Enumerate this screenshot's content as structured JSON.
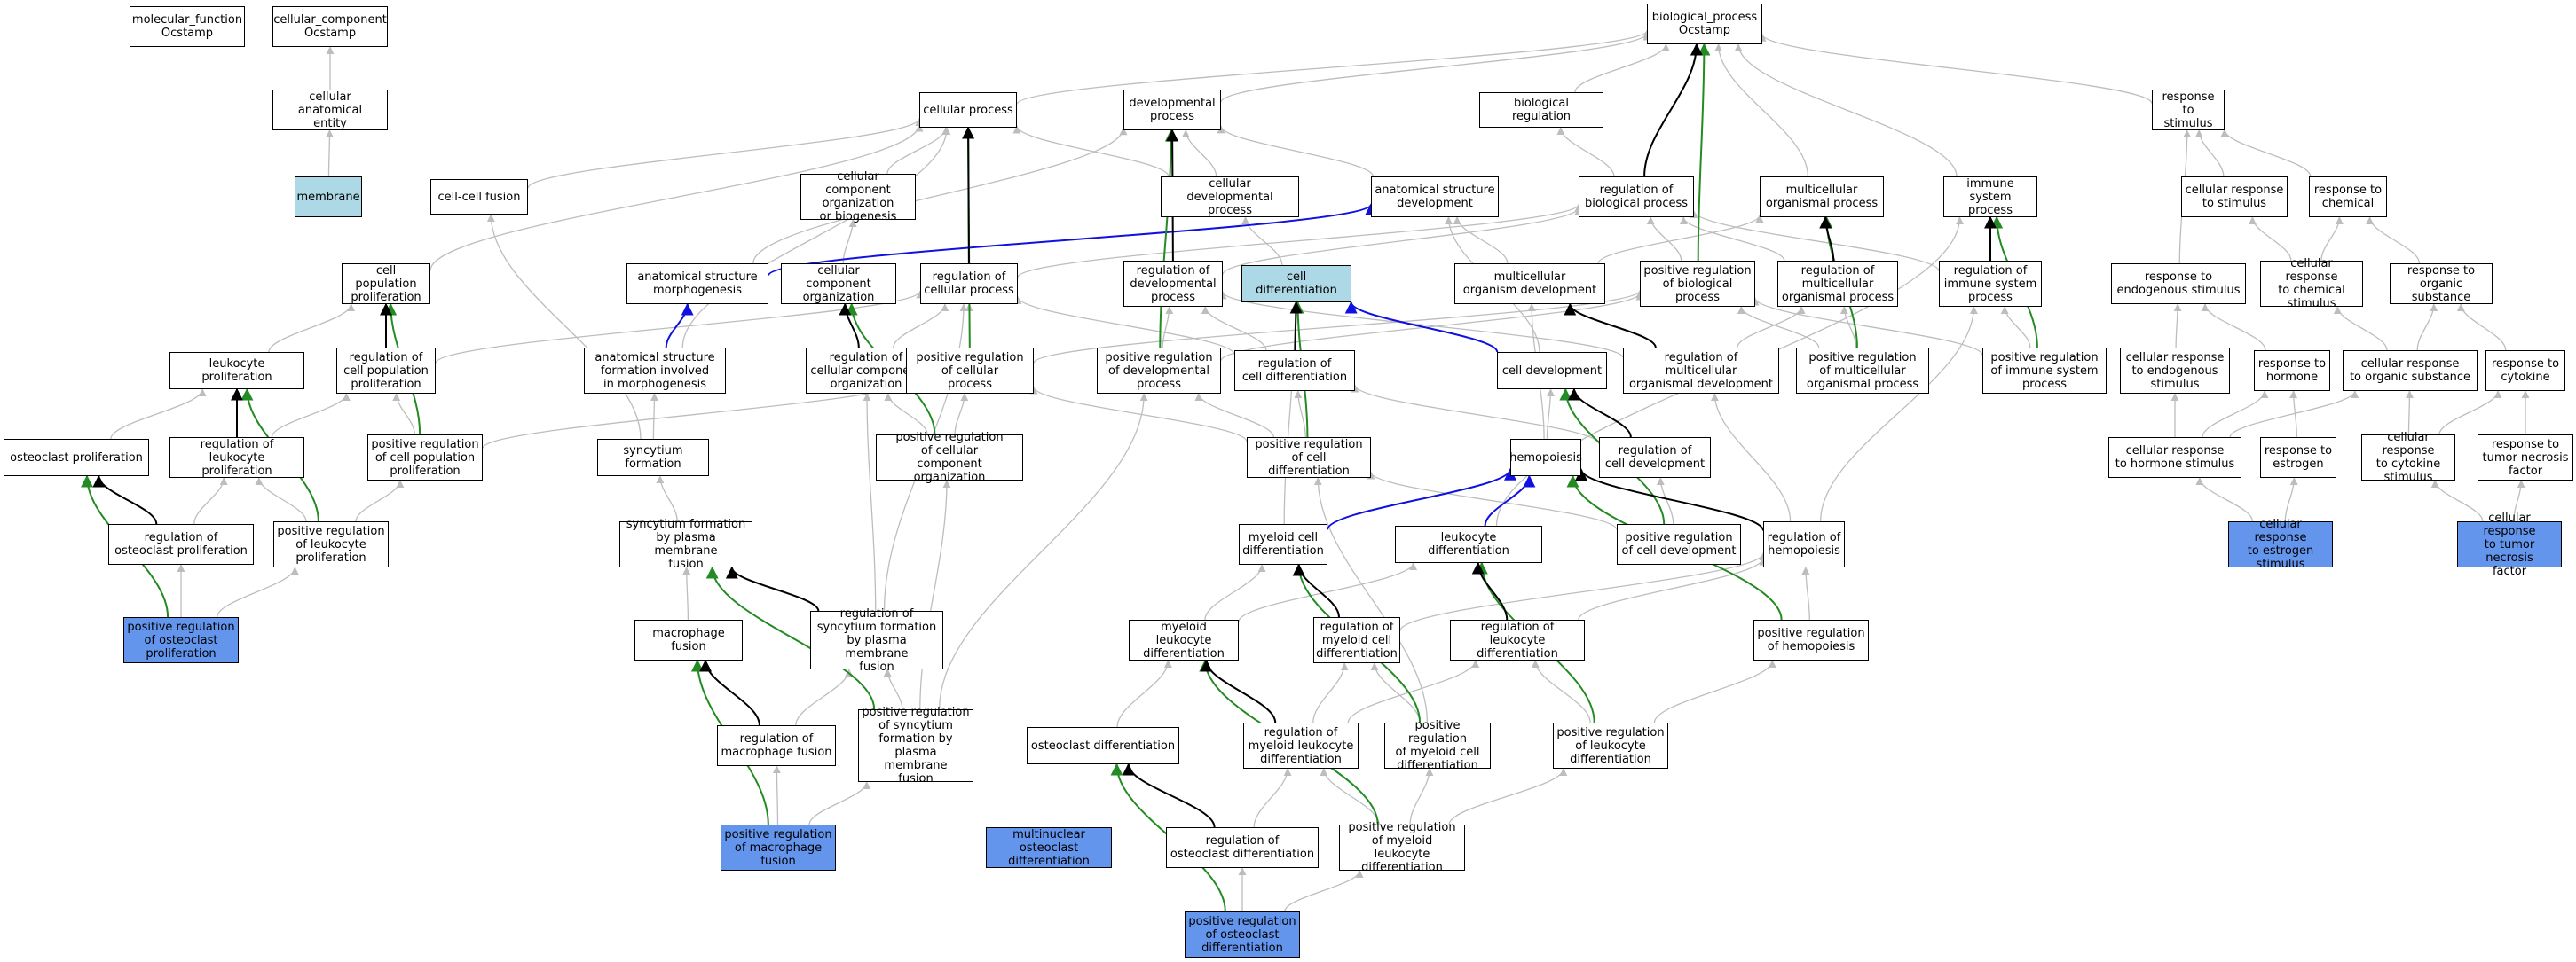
{
  "colors": {
    "grey": "#bdbdbd",
    "black": "#000000",
    "green": "#228b22",
    "blue": "#1010e0",
    "light_fill": "#add8e6",
    "blue_fill": "#6495ed"
  },
  "nodes": [
    {
      "id": "mf",
      "label": "molecular_function\nOcstamp",
      "fill": "white"
    },
    {
      "id": "cc",
      "label": "cellular_component\nOcstamp",
      "fill": "white"
    },
    {
      "id": "bp",
      "label": "biological_process\nOcstamp",
      "fill": "white"
    },
    {
      "id": "cae",
      "label": "cellular anatomical\nentity",
      "fill": "white"
    },
    {
      "id": "membrane",
      "label": "membrane",
      "fill": "light"
    },
    {
      "id": "cellproc",
      "label": "cellular process",
      "fill": "white"
    },
    {
      "id": "devproc",
      "label": "developmental\nprocess",
      "fill": "white"
    },
    {
      "id": "bioreg",
      "label": "biological regulation",
      "fill": "white"
    },
    {
      "id": "respstim",
      "label": "response to\nstimulus",
      "fill": "white"
    },
    {
      "id": "cellfusion",
      "label": "cell-cell fusion",
      "fill": "white"
    },
    {
      "id": "ccob",
      "label": "cellular component\norganization\nor biogenesis",
      "fill": "white"
    },
    {
      "id": "celldevproc",
      "label": "cellular developmental\nprocess",
      "fill": "white"
    },
    {
      "id": "asd",
      "label": "anatomical structure\ndevelopment",
      "fill": "white"
    },
    {
      "id": "regbp",
      "label": "regulation of\nbiological process",
      "fill": "white"
    },
    {
      "id": "mop",
      "label": "multicellular\norganismal process",
      "fill": "white"
    },
    {
      "id": "isp",
      "label": "immune system\nprocess",
      "fill": "white"
    },
    {
      "id": "crs",
      "label": "cellular response\nto stimulus",
      "fill": "white"
    },
    {
      "id": "rchem",
      "label": "response to\nchemical",
      "fill": "white"
    },
    {
      "id": "cpp",
      "label": "cell population\nproliferation",
      "fill": "white"
    },
    {
      "id": "asm",
      "label": "anatomical structure\nmorphogenesis",
      "fill": "white"
    },
    {
      "id": "cco",
      "label": "cellular component\norganization",
      "fill": "white"
    },
    {
      "id": "regcp",
      "label": "regulation of\ncellular process",
      "fill": "white"
    },
    {
      "id": "regdev",
      "label": "regulation of\ndevelopmental\nprocess",
      "fill": "white"
    },
    {
      "id": "celldiff",
      "label": "cell differentiation",
      "fill": "light"
    },
    {
      "id": "mod",
      "label": "multicellular\norganism development",
      "fill": "white"
    },
    {
      "id": "prbp",
      "label": "positive regulation\nof biological\nprocess",
      "fill": "white"
    },
    {
      "id": "regmop",
      "label": "regulation of\nmulticellular\norganismal process",
      "fill": "white"
    },
    {
      "id": "regisp",
      "label": "regulation of\nimmune system\nprocess",
      "fill": "white"
    },
    {
      "id": "rendo",
      "label": "response to\nendogenous stimulus",
      "fill": "white"
    },
    {
      "id": "crcs",
      "label": "cellular response\nto chemical\nstimulus",
      "fill": "white"
    },
    {
      "id": "ros",
      "label": "response to\norganic substance",
      "fill": "white"
    },
    {
      "id": "lprolif",
      "label": "leukocyte proliferation",
      "fill": "white"
    },
    {
      "id": "regcpp",
      "label": "regulation of\ncell population\nproliferation",
      "fill": "white"
    },
    {
      "id": "asfim",
      "label": "anatomical structure\nformation involved\nin morphogenesis",
      "fill": "white"
    },
    {
      "id": "regcco",
      "label": "regulation of\ncellular component\norganization",
      "fill": "white"
    },
    {
      "id": "prcp",
      "label": "positive regulation\nof cellular\nprocess",
      "fill": "white"
    },
    {
      "id": "prdev",
      "label": "positive regulation\nof developmental\nprocess",
      "fill": "white"
    },
    {
      "id": "regcd",
      "label": "regulation of\ncell differentiation",
      "fill": "white"
    },
    {
      "id": "celldev",
      "label": "cell development",
      "fill": "white"
    },
    {
      "id": "regmod",
      "label": "regulation of\nmulticellular\norganismal development",
      "fill": "white"
    },
    {
      "id": "prmop",
      "label": "positive regulation\nof multicellular\norganismal process",
      "fill": "white"
    },
    {
      "id": "prisp",
      "label": "positive regulation\nof immune system\nprocess",
      "fill": "white"
    },
    {
      "id": "crendo",
      "label": "cellular response\nto endogenous\nstimulus",
      "fill": "white"
    },
    {
      "id": "rhorm",
      "label": "response to\nhormone",
      "fill": "white"
    },
    {
      "id": "cros",
      "label": "cellular response\nto organic substance",
      "fill": "white"
    },
    {
      "id": "rcyto",
      "label": "response to\ncytokine",
      "fill": "white"
    },
    {
      "id": "ocprolif",
      "label": "osteoclast proliferation",
      "fill": "white"
    },
    {
      "id": "reglp",
      "label": "regulation of\nleukocyte proliferation",
      "fill": "white"
    },
    {
      "id": "prcpp",
      "label": "positive regulation\nof cell population\nproliferation",
      "fill": "white"
    },
    {
      "id": "syncform",
      "label": "syncytium formation",
      "fill": "white"
    },
    {
      "id": "prcco",
      "label": "positive regulation\nof cellular\ncomponent organization",
      "fill": "white"
    },
    {
      "id": "prcd",
      "label": "positive regulation\nof cell differentiation",
      "fill": "white"
    },
    {
      "id": "hemo",
      "label": "hemopoiesis",
      "fill": "white"
    },
    {
      "id": "regcdev",
      "label": "regulation of\ncell development",
      "fill": "white"
    },
    {
      "id": "crhs",
      "label": "cellular response\nto hormone stimulus",
      "fill": "white"
    },
    {
      "id": "restr",
      "label": "response to\nestrogen",
      "fill": "white"
    },
    {
      "id": "crcyto",
      "label": "cellular response\nto cytokine\nstimulus",
      "fill": "white"
    },
    {
      "id": "rtnf",
      "label": "response to\ntumor necrosis\nfactor",
      "fill": "white"
    },
    {
      "id": "regocp",
      "label": "regulation of\nosteoclast proliferation",
      "fill": "white"
    },
    {
      "id": "prlp",
      "label": "positive regulation\nof leukocyte\nproliferation",
      "fill": "white"
    },
    {
      "id": "sfpmf",
      "label": "syncytium formation\nby plasma membrane\nfusion",
      "fill": "white"
    },
    {
      "id": "mcd",
      "label": "myeloid cell\ndifferentiation",
      "fill": "white"
    },
    {
      "id": "ld",
      "label": "leukocyte differentiation",
      "fill": "white"
    },
    {
      "id": "prcdev",
      "label": "positive regulation\nof cell development",
      "fill": "white"
    },
    {
      "id": "reghemo",
      "label": "regulation of\nhemopoiesis",
      "fill": "white"
    },
    {
      "id": "cres",
      "label": "cellular response\nto estrogen\nstimulus",
      "fill": "blue"
    },
    {
      "id": "crtnf",
      "label": "cellular response\nto tumor necrosis\nfactor",
      "fill": "blue"
    },
    {
      "id": "procp",
      "label": "positive regulation\nof osteoclast\nproliferation",
      "fill": "blue"
    },
    {
      "id": "mfusion",
      "label": "macrophage fusion",
      "fill": "white"
    },
    {
      "id": "regsf",
      "label": "regulation of\nsyncytium formation\nby plasma membrane\nfusion",
      "fill": "white"
    },
    {
      "id": "mld",
      "label": "myeloid leukocyte\ndifferentiation",
      "fill": "white"
    },
    {
      "id": "regmcd",
      "label": "regulation of\nmyeloid cell\ndifferentiation",
      "fill": "white"
    },
    {
      "id": "regld",
      "label": "regulation of\nleukocyte differentiation",
      "fill": "white"
    },
    {
      "id": "prhemo",
      "label": "positive regulation\nof hemopoiesis",
      "fill": "white"
    },
    {
      "id": "prsf",
      "label": "positive regulation\nof syncytium\nformation by\nplasma membrane\nfusion",
      "fill": "white"
    },
    {
      "id": "ocd",
      "label": "osteoclast differentiation",
      "fill": "white"
    },
    {
      "id": "regmld",
      "label": "regulation of\nmyeloid leukocyte\ndifferentiation",
      "fill": "white"
    },
    {
      "id": "prmcd",
      "label": "positive regulation\nof myeloid cell\ndifferentiation",
      "fill": "white"
    },
    {
      "id": "prld",
      "label": "positive regulation\nof leukocyte\ndifferentiation",
      "fill": "white"
    },
    {
      "id": "regmf",
      "label": "regulation of\nmacrophage fusion",
      "fill": "white"
    },
    {
      "id": "prmf",
      "label": "positive regulation\nof macrophage\nfusion",
      "fill": "blue"
    },
    {
      "id": "mocd",
      "label": "multinuclear\nosteoclast differentiation",
      "fill": "blue"
    },
    {
      "id": "regocd",
      "label": "regulation of\nosteoclast differentiation",
      "fill": "white"
    },
    {
      "id": "prmld",
      "label": "positive regulation\nof myeloid leukocyte\ndifferentiation",
      "fill": "white"
    },
    {
      "id": "procd",
      "label": "positive regulation\nof osteoclast\ndifferentiation",
      "fill": "blue"
    }
  ],
  "edges": [
    [
      "cae",
      "cc",
      "grey"
    ],
    [
      "membrane",
      "cae",
      "grey"
    ],
    [
      "cellproc",
      "bp",
      "grey"
    ],
    [
      "devproc",
      "bp",
      "grey"
    ],
    [
      "bioreg",
      "bp",
      "grey"
    ],
    [
      "respstim",
      "bp",
      "grey"
    ],
    [
      "regbp",
      "bp",
      "black"
    ],
    [
      "mop",
      "bp",
      "grey"
    ],
    [
      "isp",
      "bp",
      "grey"
    ],
    [
      "prbp",
      "bp",
      "green"
    ],
    [
      "cellfusion",
      "cellproc",
      "grey"
    ],
    [
      "ccob",
      "cellproc",
      "grey"
    ],
    [
      "celldevproc",
      "cellproc",
      "grey"
    ],
    [
      "celldevproc",
      "devproc",
      "grey"
    ],
    [
      "asd",
      "devproc",
      "grey"
    ],
    [
      "regbp",
      "bioreg",
      "grey"
    ],
    [
      "crs",
      "respstim",
      "grey"
    ],
    [
      "rchem",
      "respstim",
      "grey"
    ],
    [
      "rendo",
      "respstim",
      "grey"
    ],
    [
      "cpp",
      "cellproc",
      "grey"
    ],
    [
      "asm",
      "asd",
      "blue"
    ],
    [
      "asm",
      "devproc",
      "grey"
    ],
    [
      "cco",
      "ccob",
      "grey"
    ],
    [
      "regcp",
      "cellproc",
      "black"
    ],
    [
      "regcp",
      "regbp",
      "grey"
    ],
    [
      "regdev",
      "devproc",
      "black"
    ],
    [
      "regdev",
      "regbp",
      "grey"
    ],
    [
      "celldiff",
      "celldevproc",
      "grey"
    ],
    [
      "mod",
      "mop",
      "grey"
    ],
    [
      "mod",
      "asd",
      "grey"
    ],
    [
      "prbp",
      "regbp",
      "grey"
    ],
    [
      "regmop",
      "mop",
      "black"
    ],
    [
      "regmop",
      "regbp",
      "grey"
    ],
    [
      "regisp",
      "isp",
      "black"
    ],
    [
      "regisp",
      "regbp",
      "grey"
    ],
    [
      "crcs",
      "crs",
      "grey"
    ],
    [
      "crcs",
      "rchem",
      "grey"
    ],
    [
      "ros",
      "rchem",
      "grey"
    ],
    [
      "lprolif",
      "cpp",
      "grey"
    ],
    [
      "regcpp",
      "cpp",
      "black"
    ],
    [
      "regcpp",
      "regcp",
      "grey"
    ],
    [
      "asfim",
      "asm",
      "blue"
    ],
    [
      "asfim",
      "cellproc",
      "grey"
    ],
    [
      "regcco",
      "cco",
      "black"
    ],
    [
      "regcco",
      "regcp",
      "grey"
    ],
    [
      "prcp",
      "regcp",
      "grey"
    ],
    [
      "prcp",
      "cellproc",
      "green"
    ],
    [
      "prcp",
      "prbp",
      "grey"
    ],
    [
      "prdev",
      "regdev",
      "grey"
    ],
    [
      "prdev",
      "devproc",
      "green"
    ],
    [
      "prdev",
      "prbp",
      "grey"
    ],
    [
      "regcd",
      "celldiff",
      "black"
    ],
    [
      "regcd",
      "regdev",
      "grey"
    ],
    [
      "regcd",
      "regcp",
      "grey"
    ],
    [
      "celldev",
      "celldiff",
      "blue"
    ],
    [
      "celldev",
      "asd",
      "grey"
    ],
    [
      "regmod",
      "mod",
      "black"
    ],
    [
      "regmod",
      "regdev",
      "grey"
    ],
    [
      "regmod",
      "regmop",
      "grey"
    ],
    [
      "prmop",
      "regmop",
      "grey"
    ],
    [
      "prmop",
      "mop",
      "green"
    ],
    [
      "prmop",
      "prbp",
      "grey"
    ],
    [
      "prisp",
      "regisp",
      "grey"
    ],
    [
      "prisp",
      "isp",
      "green"
    ],
    [
      "prisp",
      "prbp",
      "grey"
    ],
    [
      "crendo",
      "rendo",
      "grey"
    ],
    [
      "rhorm",
      "rendo",
      "grey"
    ],
    [
      "cros",
      "ros",
      "grey"
    ],
    [
      "cros",
      "crcs",
      "grey"
    ],
    [
      "rcyto",
      "ros",
      "grey"
    ],
    [
      "ocprolif",
      "lprolif",
      "grey"
    ],
    [
      "reglp",
      "lprolif",
      "black"
    ],
    [
      "reglp",
      "regcpp",
      "grey"
    ],
    [
      "prcpp",
      "regcpp",
      "grey"
    ],
    [
      "prcpp",
      "cpp",
      "green"
    ],
    [
      "prcpp",
      "prcp",
      "grey"
    ],
    [
      "syncform",
      "cellfusion",
      "grey"
    ],
    [
      "syncform",
      "asfim",
      "grey"
    ],
    [
      "prcco",
      "regcco",
      "grey"
    ],
    [
      "prcco",
      "cco",
      "green"
    ],
    [
      "prcco",
      "prcp",
      "grey"
    ],
    [
      "prcd",
      "regcd",
      "grey"
    ],
    [
      "prcd",
      "celldiff",
      "green"
    ],
    [
      "prcd",
      "prdev",
      "grey"
    ],
    [
      "prcd",
      "prcp",
      "grey"
    ],
    [
      "hemo",
      "celldev",
      "grey"
    ],
    [
      "hemo",
      "mod",
      "grey"
    ],
    [
      "regcdev",
      "celldev",
      "black"
    ],
    [
      "regcdev",
      "regcd",
      "grey"
    ],
    [
      "crhs",
      "crendo",
      "grey"
    ],
    [
      "crhs",
      "rhorm",
      "grey"
    ],
    [
      "crhs",
      "cros",
      "grey"
    ],
    [
      "restr",
      "rhorm",
      "grey"
    ],
    [
      "crcyto",
      "rcyto",
      "grey"
    ],
    [
      "crcyto",
      "cros",
      "grey"
    ],
    [
      "rtnf",
      "rcyto",
      "grey"
    ],
    [
      "regocp",
      "ocprolif",
      "black"
    ],
    [
      "regocp",
      "reglp",
      "grey"
    ],
    [
      "prlp",
      "reglp",
      "grey"
    ],
    [
      "prlp",
      "lprolif",
      "green"
    ],
    [
      "prlp",
      "prcpp",
      "grey"
    ],
    [
      "sfpmf",
      "syncform",
      "grey"
    ],
    [
      "mcd",
      "hemo",
      "blue"
    ],
    [
      "mcd",
      "celldiff",
      "grey"
    ],
    [
      "ld",
      "hemo",
      "blue"
    ],
    [
      "ld",
      "isp",
      "grey"
    ],
    [
      "prcdev",
      "regcdev",
      "grey"
    ],
    [
      "prcdev",
      "celldev",
      "green"
    ],
    [
      "prcdev",
      "prcd",
      "grey"
    ],
    [
      "reghemo",
      "hemo",
      "black"
    ],
    [
      "reghemo",
      "regisp",
      "grey"
    ],
    [
      "reghemo",
      "regmod",
      "grey"
    ],
    [
      "cres",
      "crhs",
      "grey"
    ],
    [
      "cres",
      "restr",
      "grey"
    ],
    [
      "crtnf",
      "crcyto",
      "grey"
    ],
    [
      "crtnf",
      "rtnf",
      "grey"
    ],
    [
      "procp",
      "ocprolif",
      "green"
    ],
    [
      "procp",
      "regocp",
      "grey"
    ],
    [
      "procp",
      "prlp",
      "grey"
    ],
    [
      "mfusion",
      "sfpmf",
      "grey"
    ],
    [
      "regsf",
      "sfpmf",
      "black"
    ],
    [
      "regsf",
      "regcco",
      "grey"
    ],
    [
      "regsf",
      "regcp",
      "grey"
    ],
    [
      "mld",
      "mcd",
      "grey"
    ],
    [
      "mld",
      "ld",
      "grey"
    ],
    [
      "regmcd",
      "mcd",
      "black"
    ],
    [
      "regmcd",
      "reghemo",
      "grey"
    ],
    [
      "regld",
      "ld",
      "black"
    ],
    [
      "regld",
      "reghemo",
      "grey"
    ],
    [
      "prhemo",
      "reghemo",
      "grey"
    ],
    [
      "prhemo",
      "hemo",
      "green"
    ],
    [
      "prhemo",
      "prmod_proxy",
      "none"
    ],
    [
      "prsf",
      "regsf",
      "grey"
    ],
    [
      "prsf",
      "sfpmf",
      "green"
    ],
    [
      "prsf",
      "prcco",
      "grey"
    ],
    [
      "prsf",
      "prdev",
      "grey"
    ],
    [
      "ocd",
      "mld",
      "grey"
    ],
    [
      "regmld",
      "mld",
      "black"
    ],
    [
      "regmld",
      "regmcd",
      "grey"
    ],
    [
      "regmld",
      "regld",
      "grey"
    ],
    [
      "prmcd",
      "regmcd",
      "grey"
    ],
    [
      "prmcd",
      "mcd",
      "green"
    ],
    [
      "prmcd",
      "prcd",
      "grey"
    ],
    [
      "prld",
      "regld",
      "grey"
    ],
    [
      "prld",
      "ld",
      "green"
    ],
    [
      "prld",
      "prhemo",
      "grey"
    ],
    [
      "regmf",
      "mfusion",
      "black"
    ],
    [
      "regmf",
      "regsf",
      "grey"
    ],
    [
      "prmf",
      "mfusion",
      "green"
    ],
    [
      "prmf",
      "regmf",
      "grey"
    ],
    [
      "prmf",
      "prsf",
      "grey"
    ],
    [
      "regocd",
      "ocd",
      "black"
    ],
    [
      "regocd",
      "regmld",
      "grey"
    ],
    [
      "prmld",
      "regmld",
      "grey"
    ],
    [
      "prmld",
      "mld",
      "green"
    ],
    [
      "prmld",
      "prmcd",
      "grey"
    ],
    [
      "prmld",
      "prld",
      "grey"
    ],
    [
      "procd",
      "ocd",
      "green"
    ],
    [
      "procd",
      "regocd",
      "grey"
    ],
    [
      "procd",
      "prmld",
      "grey"
    ]
  ]
}
